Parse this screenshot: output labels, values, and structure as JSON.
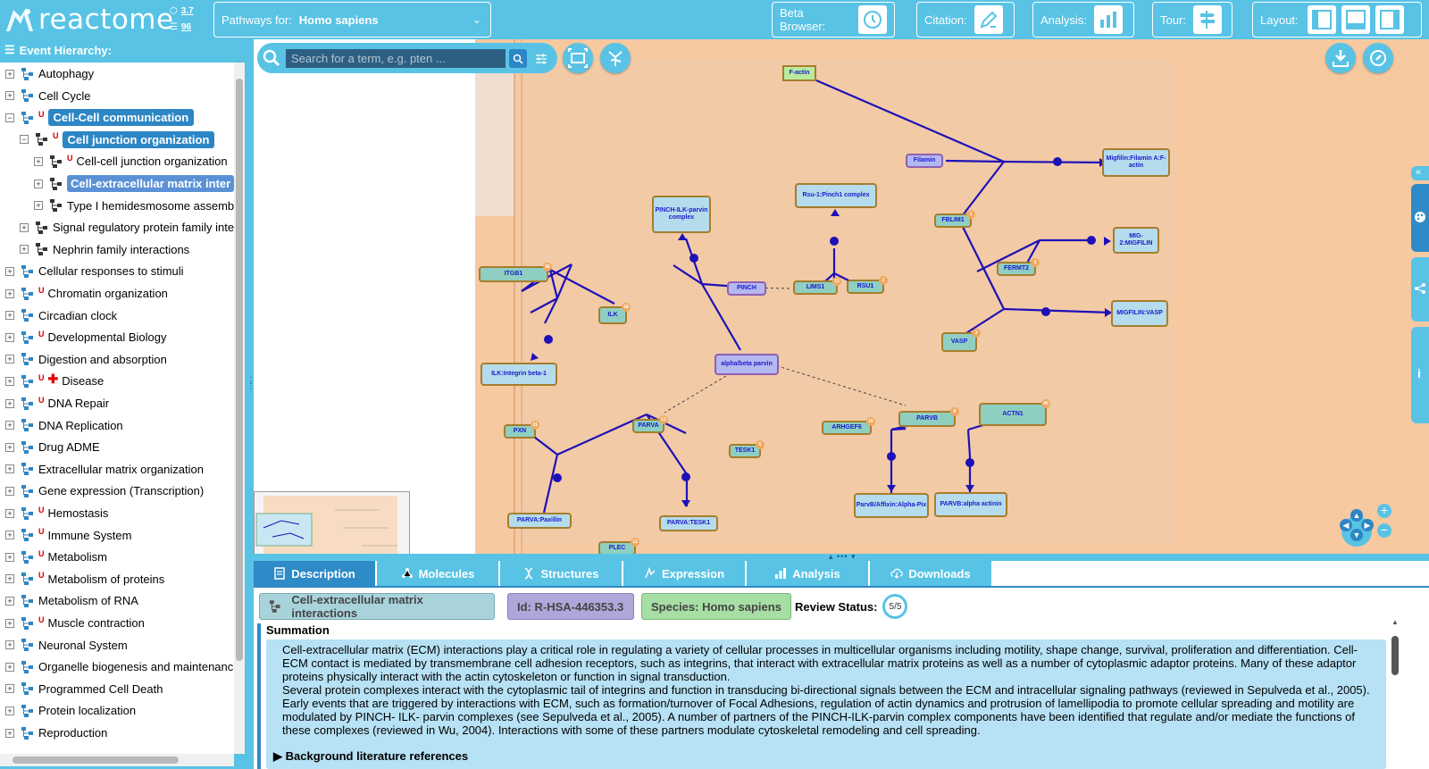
{
  "brand": {
    "logo_text": "reactome",
    "version": "3.7",
    "release": "96"
  },
  "header": {
    "species_label": "Pathways for:",
    "species_value": "Homo sapiens",
    "beta_browser": "Beta Browser:",
    "citation": "Citation:",
    "analysis": "Analysis:",
    "tour": "Tour:",
    "layout": "Layout:"
  },
  "left_panel": {
    "title": "Event Hierarchy:",
    "tree": [
      {
        "label": "Autophagy",
        "level": 0,
        "expanded": false,
        "u": false,
        "disease": false,
        "selected": "none"
      },
      {
        "label": "Cell Cycle",
        "level": 0,
        "expanded": false,
        "u": false,
        "disease": false,
        "selected": "none"
      },
      {
        "label": "Cell-Cell communication",
        "level": 0,
        "expanded": true,
        "u": true,
        "disease": false,
        "selected": "primary"
      },
      {
        "label": "Cell junction organization",
        "level": 1,
        "expanded": true,
        "u": true,
        "disease": false,
        "selected": "primary"
      },
      {
        "label": "Cell-cell junction organization",
        "level": 2,
        "expanded": false,
        "u": true,
        "disease": false,
        "selected": "none"
      },
      {
        "label": "Cell-extracellular matrix inter",
        "level": 2,
        "expanded": false,
        "u": false,
        "disease": false,
        "selected": "secondary"
      },
      {
        "label": "Type I hemidesmosome assemb",
        "level": 2,
        "expanded": false,
        "u": false,
        "disease": false,
        "selected": "none"
      },
      {
        "label": "Signal regulatory protein family inte",
        "level": 1,
        "expanded": false,
        "u": false,
        "disease": false,
        "selected": "none"
      },
      {
        "label": "Nephrin family interactions",
        "level": 1,
        "expanded": false,
        "u": false,
        "disease": false,
        "selected": "none"
      },
      {
        "label": "Cellular responses to stimuli",
        "level": 0,
        "expanded": false,
        "u": false,
        "disease": false,
        "selected": "none"
      },
      {
        "label": "Chromatin organization",
        "level": 0,
        "expanded": false,
        "u": true,
        "disease": false,
        "selected": "none"
      },
      {
        "label": "Circadian clock",
        "level": 0,
        "expanded": false,
        "u": false,
        "disease": false,
        "selected": "none"
      },
      {
        "label": "Developmental Biology",
        "level": 0,
        "expanded": false,
        "u": true,
        "disease": false,
        "selected": "none"
      },
      {
        "label": "Digestion and absorption",
        "level": 0,
        "expanded": false,
        "u": false,
        "disease": false,
        "selected": "none"
      },
      {
        "label": "Disease",
        "level": 0,
        "expanded": false,
        "u": true,
        "disease": true,
        "selected": "none"
      },
      {
        "label": "DNA Repair",
        "level": 0,
        "expanded": false,
        "u": true,
        "disease": false,
        "selected": "none"
      },
      {
        "label": "DNA Replication",
        "level": 0,
        "expanded": false,
        "u": false,
        "disease": false,
        "selected": "none"
      },
      {
        "label": "Drug ADME",
        "level": 0,
        "expanded": false,
        "u": false,
        "disease": false,
        "selected": "none"
      },
      {
        "label": "Extracellular matrix organization",
        "level": 0,
        "expanded": false,
        "u": false,
        "disease": false,
        "selected": "none"
      },
      {
        "label": "Gene expression (Transcription)",
        "level": 0,
        "expanded": false,
        "u": false,
        "disease": false,
        "selected": "none"
      },
      {
        "label": "Hemostasis",
        "level": 0,
        "expanded": false,
        "u": true,
        "disease": false,
        "selected": "none"
      },
      {
        "label": "Immune System",
        "level": 0,
        "expanded": false,
        "u": true,
        "disease": false,
        "selected": "none"
      },
      {
        "label": "Metabolism",
        "level": 0,
        "expanded": false,
        "u": true,
        "disease": false,
        "selected": "none"
      },
      {
        "label": "Metabolism of proteins",
        "level": 0,
        "expanded": false,
        "u": true,
        "disease": false,
        "selected": "none"
      },
      {
        "label": "Metabolism of RNA",
        "level": 0,
        "expanded": false,
        "u": false,
        "disease": false,
        "selected": "none"
      },
      {
        "label": "Muscle contraction",
        "level": 0,
        "expanded": false,
        "u": true,
        "disease": false,
        "selected": "none"
      },
      {
        "label": "Neuronal System",
        "level": 0,
        "expanded": false,
        "u": false,
        "disease": false,
        "selected": "none"
      },
      {
        "label": "Organelle biogenesis and maintenanc",
        "level": 0,
        "expanded": false,
        "u": false,
        "disease": false,
        "selected": "none"
      },
      {
        "label": "Programmed Cell Death",
        "level": 0,
        "expanded": false,
        "u": false,
        "disease": false,
        "selected": "none"
      },
      {
        "label": "Protein localization",
        "level": 0,
        "expanded": false,
        "u": false,
        "disease": false,
        "selected": "none"
      },
      {
        "label": "Reproduction",
        "level": 0,
        "expanded": false,
        "u": false,
        "disease": false,
        "selected": "none"
      }
    ]
  },
  "diagram": {
    "search_placeholder": "Search for a term, e.g. pten ...",
    "nodes": [
      {
        "label": "F-actin",
        "kind": "set",
        "count": ""
      },
      {
        "label": "Filamin",
        "kind": "ent",
        "count": ""
      },
      {
        "label": "Migfilin:Filamin A:F-actin",
        "kind": "cplx",
        "count": ""
      },
      {
        "label": "Rsu-1:Pinch1 complex",
        "kind": "cplx",
        "count": ""
      },
      {
        "label": "PINCH-ILK-parvin complex",
        "kind": "cplx",
        "count": ""
      },
      {
        "label": "FBLIM1",
        "kind": "prot",
        "count": "1"
      },
      {
        "label": "MIG-2:MIGFILIN",
        "kind": "cplx",
        "count": ""
      },
      {
        "label": "FERMT2",
        "kind": "prot",
        "count": "3"
      },
      {
        "label": "ITGB1",
        "kind": "prot",
        "count": "56"
      },
      {
        "label": "PINCH",
        "kind": "ent",
        "count": ""
      },
      {
        "label": "LIMS1",
        "kind": "prot",
        "count": "15"
      },
      {
        "label": "RSU1",
        "kind": "prot",
        "count": "1"
      },
      {
        "label": "ILK",
        "kind": "prot",
        "count": "18"
      },
      {
        "label": "MIGFILIN:VASP",
        "kind": "cplx",
        "count": ""
      },
      {
        "label": "VASP",
        "kind": "prot",
        "count": "3"
      },
      {
        "label": "ILK:Integrin beta-1",
        "kind": "cplx",
        "count": ""
      },
      {
        "label": "alpha/beta parvin",
        "kind": "ent",
        "count": ""
      },
      {
        "label": "ACTN1",
        "kind": "prot",
        "count": "46"
      },
      {
        "label": "PXN",
        "kind": "prot",
        "count": "31"
      },
      {
        "label": "PARVA",
        "kind": "prot",
        "count": "13"
      },
      {
        "label": "PARVB",
        "kind": "prot",
        "count": "6"
      },
      {
        "label": "ARHGEF6",
        "kind": "prot",
        "count": "10"
      },
      {
        "label": "TESK1",
        "kind": "prot",
        "count": "5"
      },
      {
        "label": "ParvB/Affixin:Alpha-Pix",
        "kind": "cplx",
        "count": ""
      },
      {
        "label": "PARVB:alpha actinin",
        "kind": "cplx",
        "count": ""
      },
      {
        "label": "PARVA:Paxillin",
        "kind": "cplx",
        "count": ""
      },
      {
        "label": "PARVA:TESK1",
        "kind": "cplx",
        "count": ""
      },
      {
        "label": "PLEC",
        "kind": "prot",
        "count": "11"
      }
    ]
  },
  "details": {
    "tabs": [
      "Description",
      "Molecules",
      "Structures",
      "Expression",
      "Analysis",
      "Downloads"
    ],
    "active_tab": "Description",
    "pathway_name": "Cell-extracellular matrix interactions",
    "id_text": "Id: R-HSA-446353.3",
    "species_text": "Species: Homo sapiens",
    "review_label": "Review Status:",
    "review_value": "5/5",
    "summation_title": "Summation",
    "summation_p1": "Cell-extracellular matrix (ECM) interactions play a critical role in regulating a variety of cellular processes in multicellular organisms including motility, shape change, survival, proliferation and differentiation. Cell-ECM contact is mediated by transmembrane cell adhesion receptors, such as integrins, that interact with extracellular matrix proteins as well as a number of cytoplasmic adaptor proteins. Many of these adaptor proteins physically interact with the actin cytoskeleton or function in signal transduction.",
    "summation_p2": "Several protein complexes interact with the cytoplasmic tail of integrins and function in transducing bi-directional signals between the ECM and intracellular signaling pathways (reviewed in Sepulveda et al., 2005). Early events that are triggered by interactions with ECM, such as formation/turnover of Focal Adhesions, regulation of actin dynamics and protrusion of lamellipodia to promote cellular spreading and motility are modulated by PINCH- ILK- parvin complexes (see Sepulveda et al., 2005). A number of partners of the PINCH-ILK-parvin complex components have been identified that regulate and/or mediate the functions of these complexes (reviewed in Wu, 2004). Interactions with some of these partners modulate cytoskeletal remodeling and cell spreading.",
    "lit_label": "Background literature references"
  },
  "colors": {
    "brand_blue": "#58c3e5",
    "tab_active": "#2f8bc8",
    "diagram_bg": "#f6c9a0",
    "edge": "#1e10b8"
  }
}
